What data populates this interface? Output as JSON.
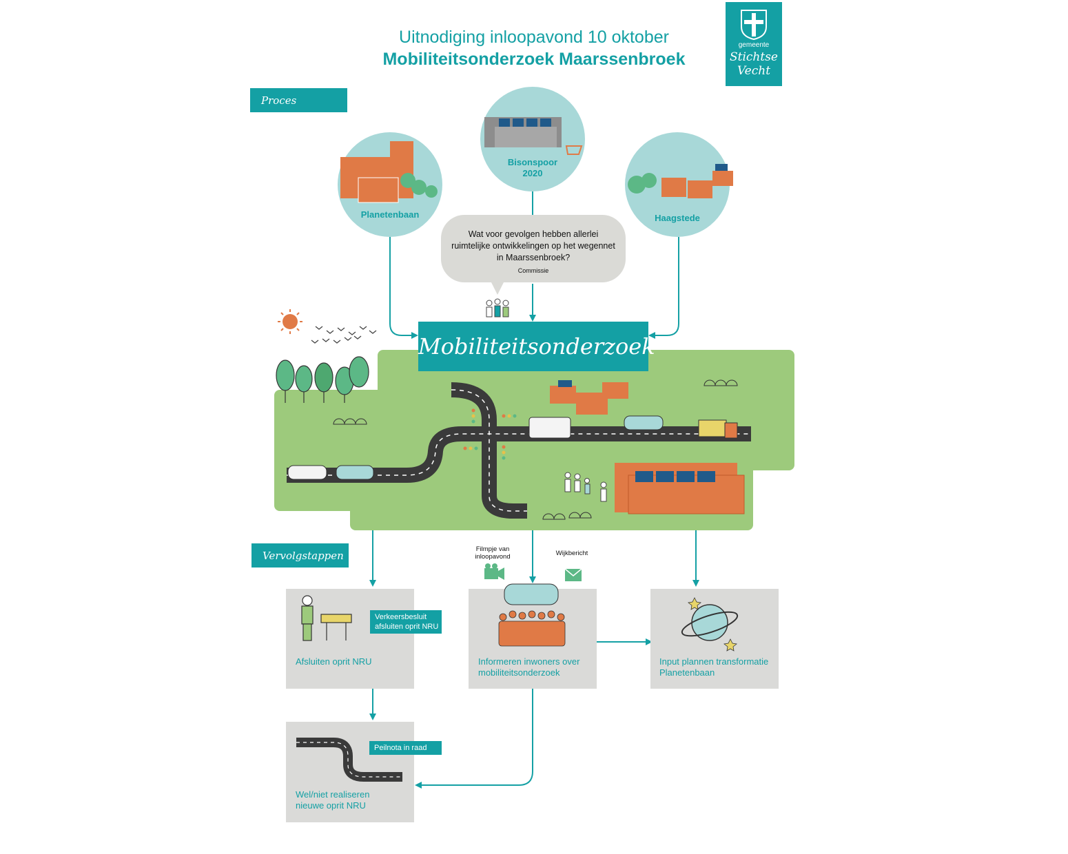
{
  "header": {
    "title_line1": "Uitnodiging inloopavond 10 oktober",
    "title_line2": "Mobiliteitsonderzoek Maarssenbroek"
  },
  "logo": {
    "line1": "gemeente",
    "line2": "Stichtse",
    "line3": "Vecht"
  },
  "sections": {
    "proces": "Proces",
    "vervolgstappen": "Vervolgstappen"
  },
  "locations": [
    {
      "label": "Planetenbaan"
    },
    {
      "label": "Bisonspoor 2020"
    },
    {
      "label": "Haagstede"
    }
  ],
  "question": {
    "text": "Wat voor gevolgen hebben allerlei ruimtelijke ontwikkelingen op het wegennet in Maarssenbroek?",
    "source": "Commissie"
  },
  "banner": "Mobiliteitsonderzoek",
  "channels": {
    "video": "Filmpje van inloopavond",
    "letter": "Wijkbericht"
  },
  "steps": {
    "close_ramp": {
      "label": "Afsluiten oprit NRU",
      "tag": "Verkeersbesluit afsluiten oprit NRU"
    },
    "inform": {
      "label": "Informeren inwoners over mobiliteitsonderzoek"
    },
    "input": {
      "label": "Input plannen transformatie Planetenbaan"
    },
    "new_ramp": {
      "label": "Wel/niet realiseren nieuwe oprit NRU",
      "tag": "Peilnota in raad"
    }
  },
  "colors": {
    "teal": "#14a0a4",
    "light_teal": "#a8d8d8",
    "green_field": "#9dca7c",
    "grey_box": "#dadad8",
    "orange_building": "#e07a46",
    "road": "#3a3a3a"
  }
}
